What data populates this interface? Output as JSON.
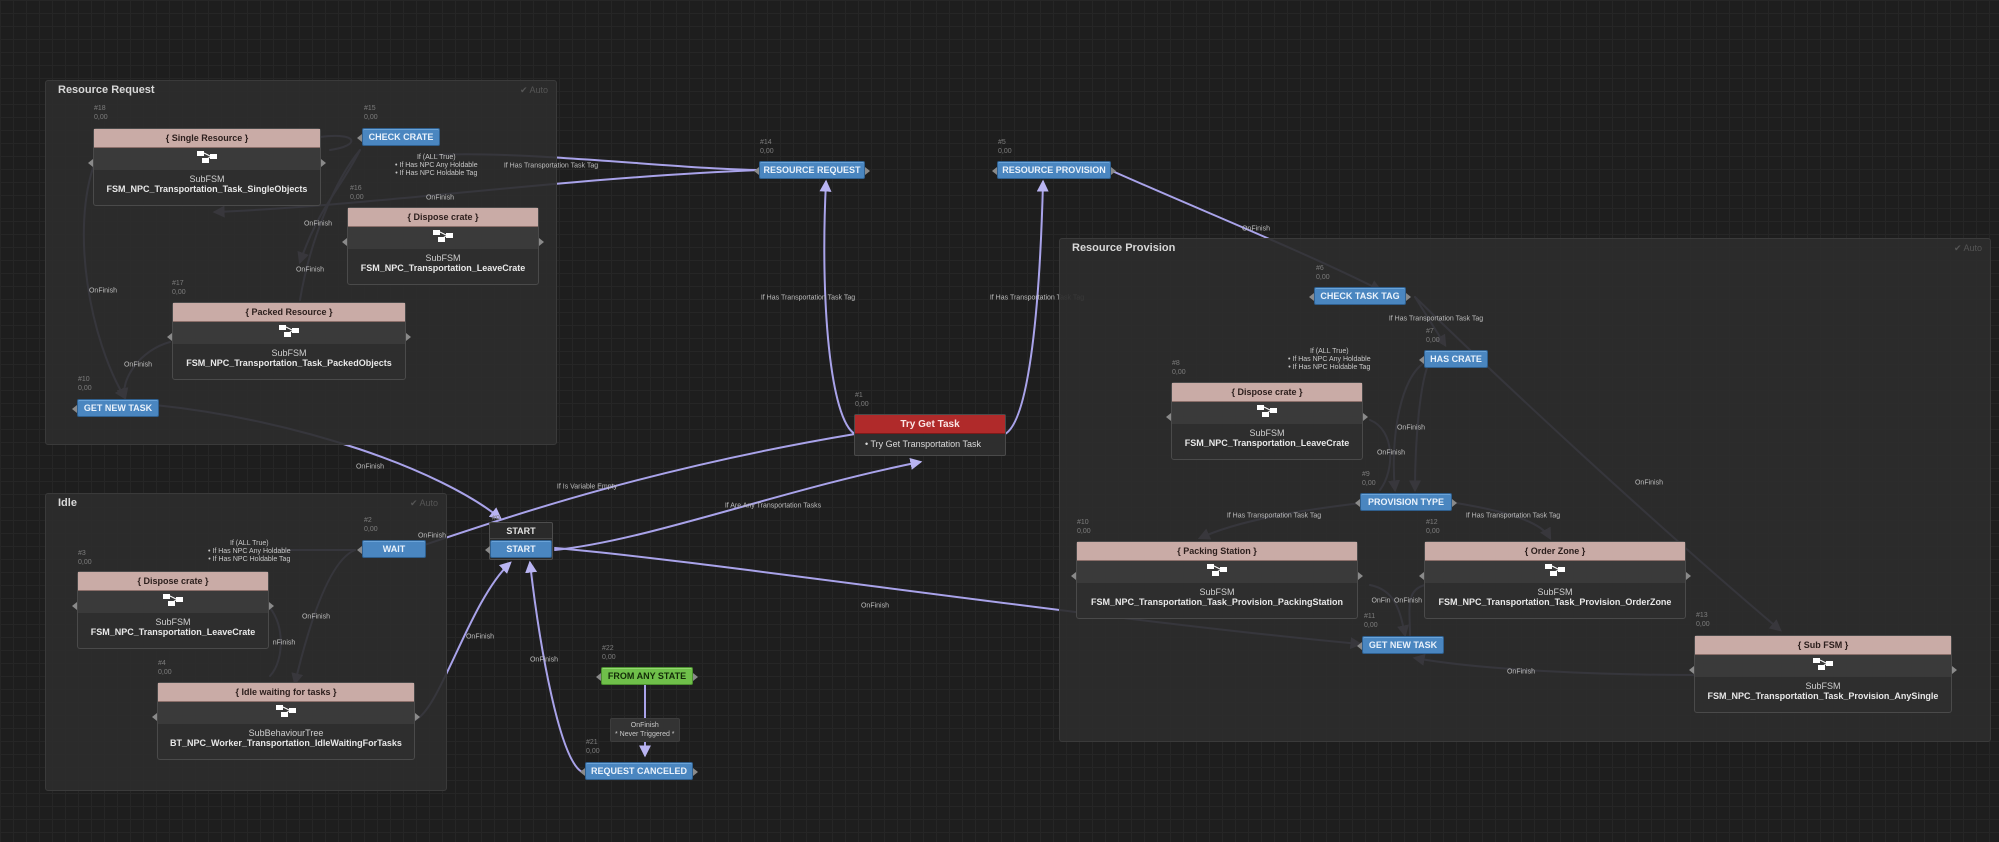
{
  "groups": {
    "resource_request": {
      "title": "Resource Request",
      "auto": "✔ Auto"
    },
    "idle": {
      "title": "Idle",
      "auto": "✔ Auto"
    },
    "resource_provision": {
      "title": "Resource Provision",
      "auto": "✔ Auto"
    }
  },
  "rr": {
    "single_resource": {
      "meta": "#18\n0,00",
      "title": "{ Single Resource }",
      "sub": "SubFSM",
      "name": "FSM_NPC_Transportation_Task_SingleObjects"
    },
    "check_crate": {
      "meta": "#15\n0,00",
      "label": "CHECK CRATE"
    },
    "dispose_crate": {
      "meta": "#16\n0,00",
      "title": "{ Dispose crate }",
      "sub": "SubFSM",
      "name": "FSM_NPC_Transportation_LeaveCrate"
    },
    "packed_resource": {
      "meta": "#17\n0,00",
      "title": "{ Packed Resource }",
      "sub": "SubFSM",
      "name": "FSM_NPC_Transportation_Task_PackedObjects"
    },
    "get_new_task": {
      "meta": "#10\n0,00",
      "label": "GET NEW TASK"
    },
    "cond_check_crate": "If (ALL True)\n• If Has NPC Any Holdable\n• If Has NPC Holdable Tag"
  },
  "idle": {
    "dispose_crate": {
      "meta": "#3\n0,00",
      "title": "{ Dispose crate }",
      "sub": "SubFSM",
      "name": "FSM_NPC_Transportation_LeaveCrate"
    },
    "wait": {
      "meta": "#2\n0,00",
      "label": "WAIT"
    },
    "idle_waiting": {
      "meta": "#4\n0,00",
      "title": "{ Idle waiting for tasks }",
      "sub": "SubBehaviourTree",
      "name": "BT_NPC_Worker_Transportation_IdleWaitingForTasks"
    },
    "cond_wait": "If (ALL True)\n• If Has NPC Any Holdable\n• If Has NPC Holdable Tag"
  },
  "center": {
    "start": {
      "meta": "#0",
      "title": "START",
      "label": "START"
    },
    "resource_request": {
      "meta": "#14\n0,00",
      "label": "RESOURCE REQUEST"
    },
    "resource_provision": {
      "meta": "#5\n0,00",
      "label": "RESOURCE PROVISION"
    },
    "try_get_task": {
      "meta": "#1\n0,00",
      "title": "Try Get Task",
      "body": "• Try Get Transportation Task"
    },
    "from_any_state": {
      "meta": "#22\n0,00",
      "label": "FROM ANY STATE"
    },
    "request_canceled": {
      "meta": "#21\n0,00",
      "label": "REQUEST CANCELED"
    },
    "note_never": "OnFinish\n* Never Triggered *"
  },
  "rp": {
    "check_task_tag": {
      "meta": "#6\n0,00",
      "label": "CHECK TASK TAG"
    },
    "has_crate": {
      "meta": "#7\n0,00",
      "label": "HAS CRATE"
    },
    "dispose_crate": {
      "meta": "#8\n0,00",
      "title": "{ Dispose crate }",
      "sub": "SubFSM",
      "name": "FSM_NPC_Transportation_LeaveCrate"
    },
    "provision_type": {
      "meta": "#9\n0,00",
      "label": "PROVISION TYPE"
    },
    "packing_station": {
      "meta": "#10\n0,00",
      "title": "{ Packing Station }",
      "sub": "SubFSM",
      "name": "FSM_NPC_Transportation_Task_Provision_PackingStation"
    },
    "order_zone": {
      "meta": "#12\n0,00",
      "title": "{ Order Zone }",
      "sub": "SubFSM",
      "name": "FSM_NPC_Transportation_Task_Provision_OrderZone"
    },
    "get_new_task": {
      "meta": "#11\n0,00",
      "label": "GET NEW TASK"
    },
    "sub_fsm": {
      "meta": "#13\n0,00",
      "title": "{ Sub FSM }",
      "sub": "SubFSM",
      "name": "FSM_NPC_Transportation_Task_Provision_AnySingle"
    },
    "cond_has_crate": "If (ALL True)\n• If Has NPC Any Holdable\n• If Has NPC Holdable Tag"
  },
  "labels": {
    "onfinish": "OnFinish",
    "onfinish_short": "OnFin",
    "onfinish_cut": "nFinish",
    "if_has_tag": "If Has Transportation Task Tag",
    "if_var_empty": "If Is Variable Empty",
    "if_any_tasks": "If Are Any Transportation Tasks"
  },
  "icon": "subgraph-icon"
}
